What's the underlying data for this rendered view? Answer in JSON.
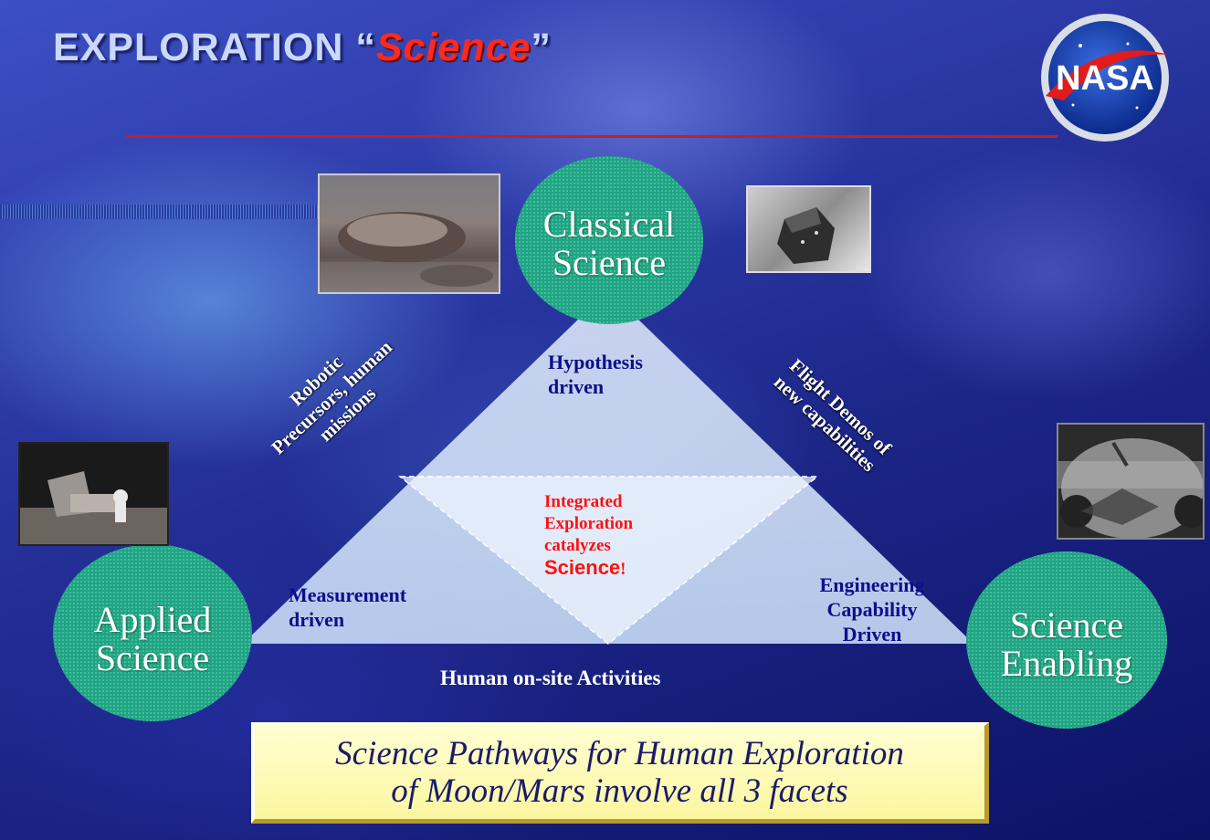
{
  "title": {
    "prefix": "EXPLORATION “",
    "emphasis": "Science",
    "suffix": "”"
  },
  "logo": {
    "text": "NASA"
  },
  "nodes": {
    "top": {
      "line1": "Classical",
      "line2": "Science"
    },
    "left": {
      "line1": "Applied",
      "line2": "Science"
    },
    "right": {
      "line1": "Science",
      "line2": "Enabling"
    }
  },
  "labels": {
    "hypothesis": [
      "Hypothesis",
      "driven"
    ],
    "measurement": [
      "Measurement",
      "driven"
    ],
    "engineering": [
      "Engineering",
      "Capability",
      "Driven"
    ],
    "left_edge": [
      "Robotic",
      "Precursors, human",
      "missions"
    ],
    "right_edge": [
      "Flight Demos of",
      "new capabilities"
    ],
    "center": [
      "Integrated",
      "Exploration",
      "catalyzes"
    ],
    "center_emphasis": "Science",
    "center_bang": "!",
    "base": "Human on-site Activities"
  },
  "caption": {
    "line1": "Science Pathways for Human Exploration",
    "line2": "of Moon/Mars involve all 3 facets"
  },
  "colors": {
    "node": "#2aa88a",
    "triangle": "#d6e6fa",
    "title_red": "#c81e1e"
  }
}
